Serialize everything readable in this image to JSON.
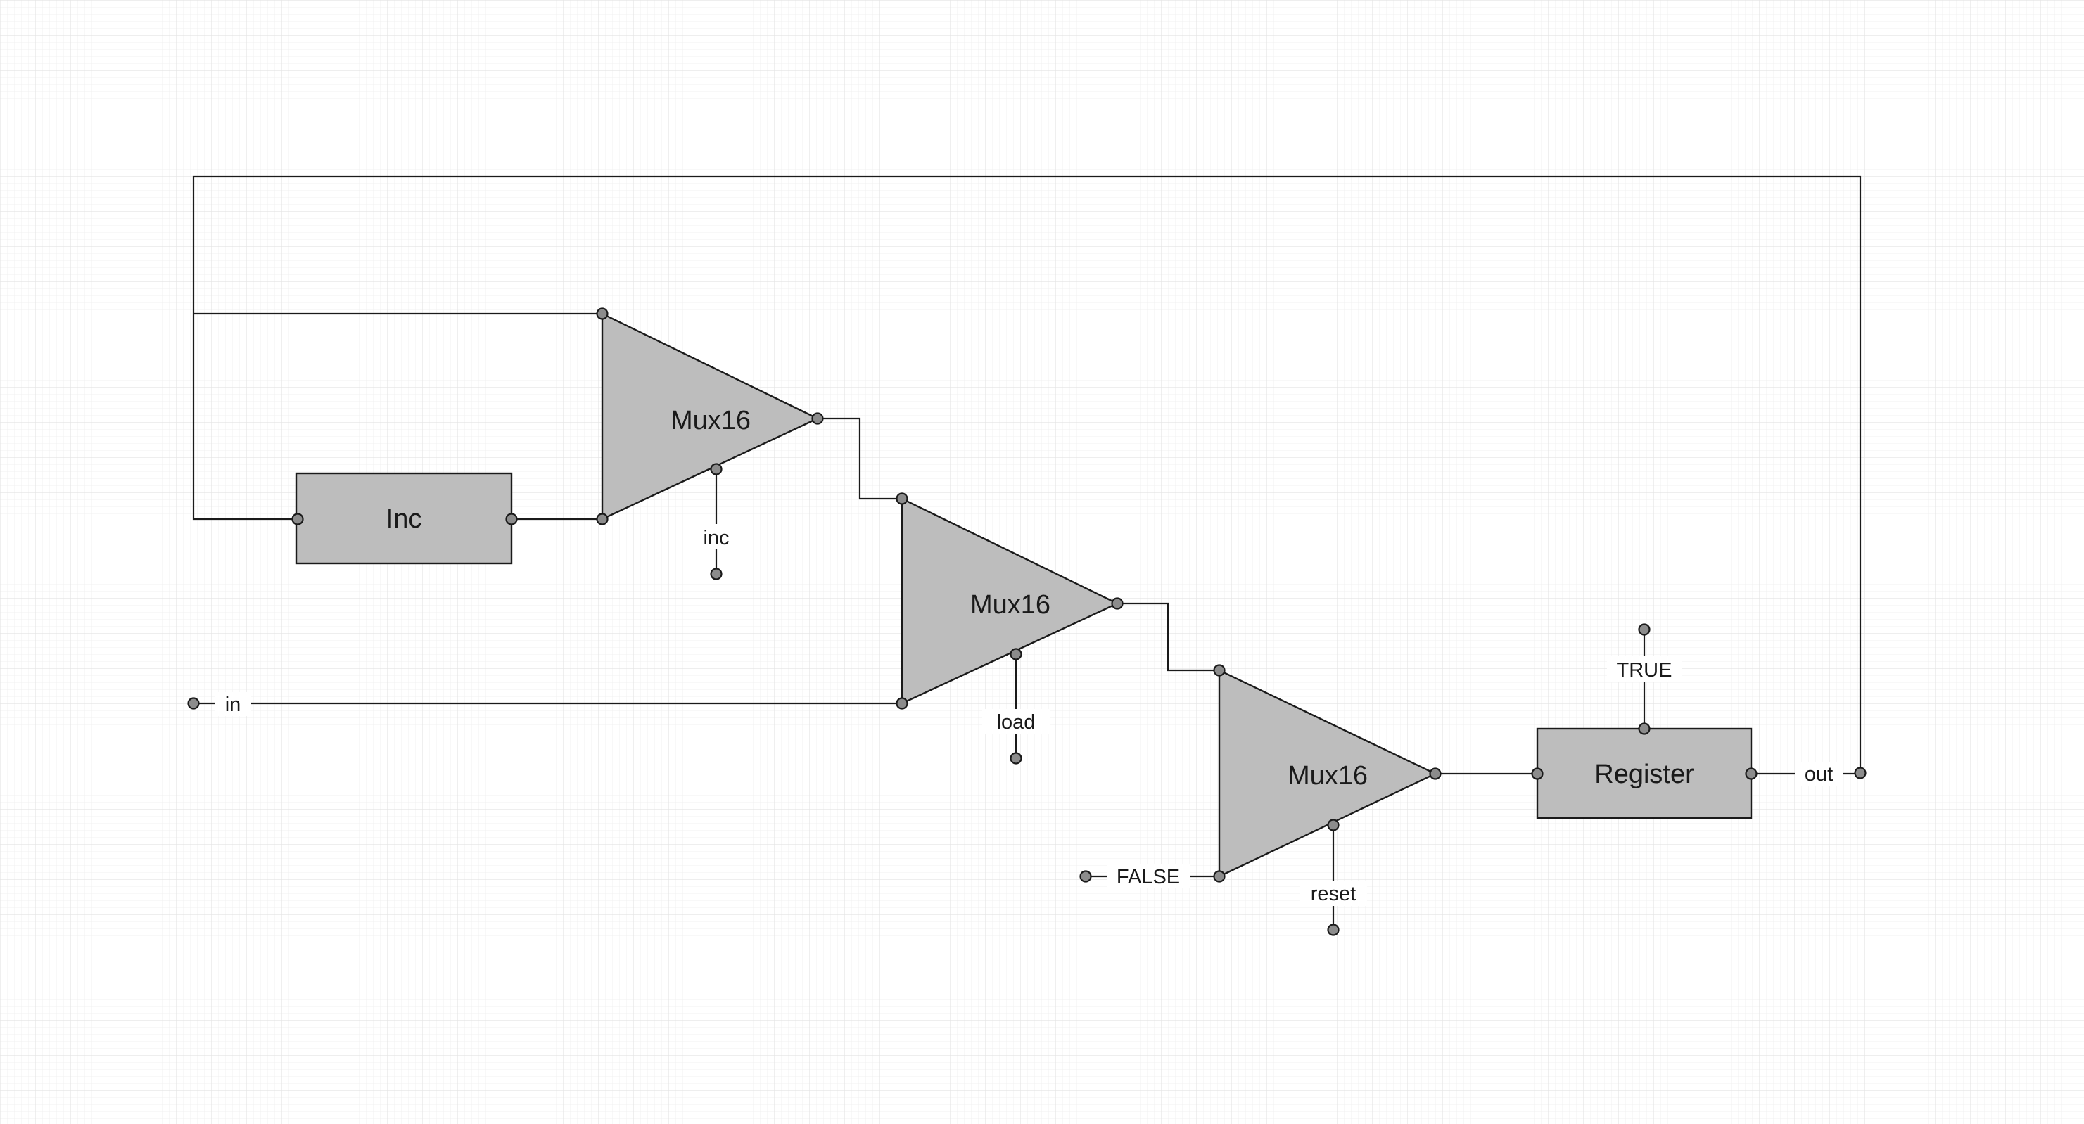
{
  "blocks": {
    "inc": {
      "label": "Inc"
    },
    "mux1": {
      "label": "Mux16"
    },
    "mux2": {
      "label": "Mux16"
    },
    "mux3": {
      "label": "Mux16"
    },
    "register": {
      "label": "Register"
    }
  },
  "pins": {
    "in": {
      "label": "in"
    },
    "inc_ctrl": {
      "label": "inc"
    },
    "load": {
      "label": "load"
    },
    "reset": {
      "label": "reset"
    },
    "false_const": {
      "label": "FALSE"
    },
    "true_const": {
      "label": "TRUE"
    },
    "out": {
      "label": "out"
    }
  },
  "colors": {
    "block_fill": "#bdbdbd",
    "pin_fill": "#8c8c8c",
    "wire": "#1a1a1a",
    "grid_fine": "#f1f1f1",
    "grid_major": "#e4e4e4"
  }
}
